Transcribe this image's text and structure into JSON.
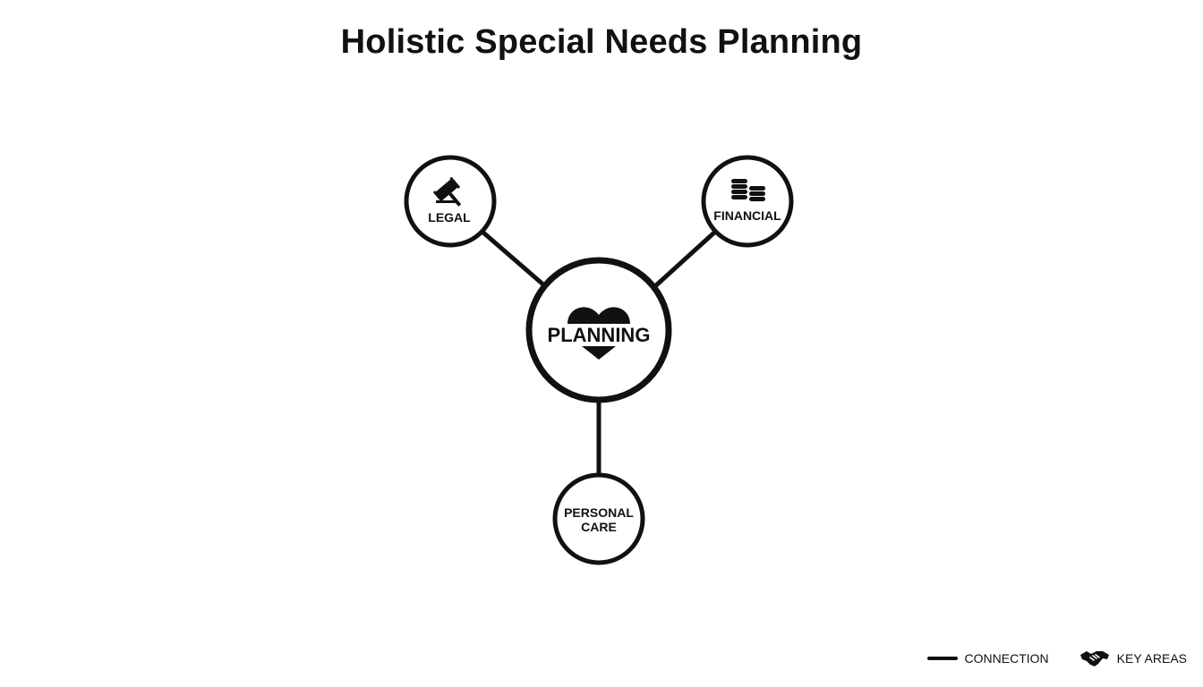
{
  "title": "Holistic Special Needs Planning",
  "nodes": {
    "center": {
      "label": "PLANNING",
      "icon": "heart-icon"
    },
    "legal": {
      "label": "LEGAL",
      "icon": "gavel-icon"
    },
    "financial": {
      "label": "FINANCIAL",
      "icon": "coins-icon"
    },
    "personal_care": {
      "label_line1": "PERSONAL",
      "label_line2": "CARE"
    }
  },
  "legend": {
    "connection_label": "CONNECTION",
    "key_areas_label": "KEY AREAS",
    "key_areas_icon": "handshake-icon"
  },
  "colors": {
    "stroke": "#111111",
    "background": "#ffffff"
  }
}
